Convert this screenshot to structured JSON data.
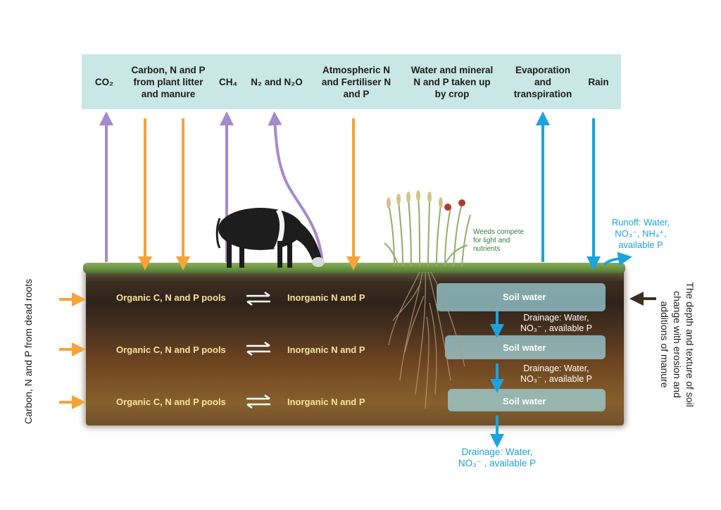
{
  "header": {
    "co2": "CO₂",
    "carbon_litter": "Carbon, N and P\nfrom plant litter\nand manure",
    "ch4": "CH₄",
    "n2": "N₂ and N₂O",
    "atmos": "Atmospheric N\nand Fertiliser N\nand P",
    "water_crop": "Water and mineral\nN and P taken up\nby crop",
    "evap": "Evaporation\nand\ntranspiration",
    "rain": "Rain"
  },
  "weeds_label": "Weeds compete\nfor light and\nnutrients",
  "runoff": "Runoff: Water,\nNO₃⁻, NH₄⁺,\navailable P",
  "layers": [
    {
      "organic": "Organic C, N and P pools",
      "inorganic": "Inorganic N and P",
      "water": "Soil water",
      "drainage": "Drainage: Water,\nNO₃⁻ , available P"
    },
    {
      "organic": "Organic C, N and P pools",
      "inorganic": "Inorganic N and P",
      "water": "Soil water",
      "drainage": "Drainage: Water,\nNO₃⁻ , available P"
    },
    {
      "organic": "Organic C, N and P pools",
      "inorganic": "Inorganic N and P",
      "water": "Soil water"
    }
  ],
  "bottom_drainage": "Drainage: Water,\nNO₃⁻ , available P",
  "left_side": "Carbon, N and P from dead roots",
  "right_side": "The depth and texture of soil\nchange with erosion and\nadditions of manure",
  "colors": {
    "purple": "#a48bcb",
    "orange": "#f5a43a",
    "blue": "#1ba3dd",
    "banner": "#c9e7e5",
    "pool_text": "#f6e49a"
  },
  "icons": [
    "cow-illustration",
    "crop-weeds-illustration",
    "roots-illustration"
  ]
}
